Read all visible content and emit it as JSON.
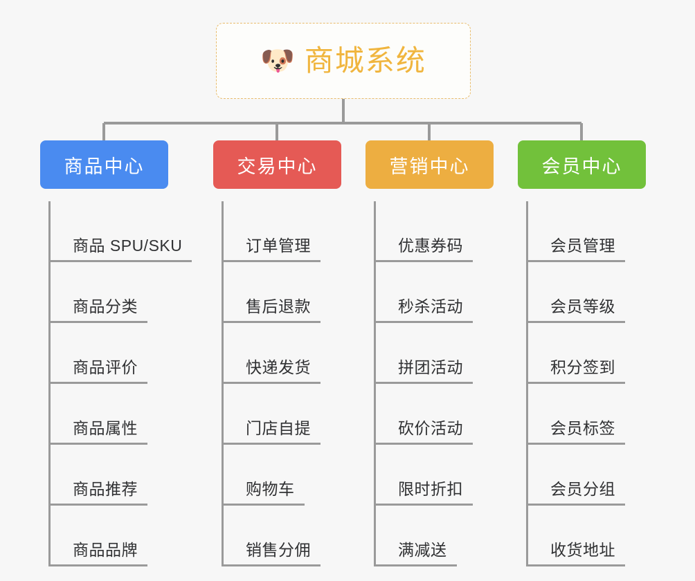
{
  "root": {
    "icon": "shiba-dog-face-emoji",
    "emoji": "🐶",
    "title": "商城系统",
    "border_color": "#e8bb6a",
    "title_color": "#f0b53e"
  },
  "canvas": {
    "background": "#f7f7f7",
    "connector_color": "#9a9a9a"
  },
  "columns": [
    {
      "key": "product-center",
      "label": "商品中心",
      "color": "#4a8bf0",
      "items": [
        "商品 SPU/SKU",
        "商品分类",
        "商品评价",
        "商品属性",
        "商品推荐",
        "商品品牌"
      ]
    },
    {
      "key": "trade-center",
      "label": "交易中心",
      "color": "#e55a55",
      "items": [
        "订单管理",
        "售后退款",
        "快递发货",
        "门店自提",
        "购物车",
        "销售分佣"
      ]
    },
    {
      "key": "marketing-center",
      "label": "营销中心",
      "color": "#edae41",
      "items": [
        "优惠券码",
        "秒杀活动",
        "拼团活动",
        "砍价活动",
        "限时折扣",
        "满减送"
      ]
    },
    {
      "key": "member-center",
      "label": "会员中心",
      "color": "#72c13b",
      "items": [
        "会员管理",
        "会员等级",
        "积分签到",
        "会员标签",
        "会员分组",
        "收货地址"
      ]
    }
  ]
}
